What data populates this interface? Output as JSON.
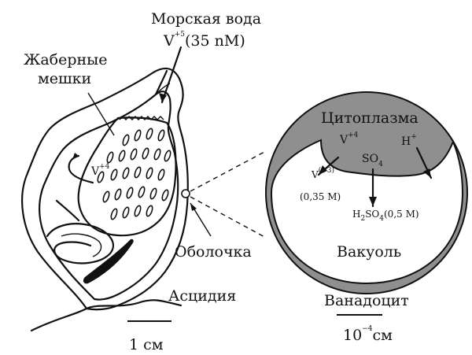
{
  "labels": {
    "seawater": "Морская вода",
    "v5_base": "V",
    "v5_sup": "+5",
    "v5_conc": "(35 nM)",
    "gill_line1": "Жаберные",
    "gill_line2": "мешки",
    "v4_inner_base": "V",
    "v4_inner_sup": "+4",
    "tunic": "Оболочка",
    "ascidian": "Асцидия",
    "scale_left": "1 см",
    "cytoplasm": "Цитоплазма",
    "cell_v4_base": "V",
    "cell_v4_sup": "+4",
    "cell_h_base": "H",
    "cell_h_sup": "+",
    "so4_base": "SO",
    "so4_sub": "4",
    "v3_base": "V",
    "v3_sup": "(+3)",
    "v3_conc": "(0,35 M)",
    "h2so4_h": "H",
    "h2so4_sub1": "2",
    "h2so4_so": "SO",
    "h2so4_sub2": "4",
    "h2so4_conc": "(0,5 M)",
    "vacuole": "Вакуоль",
    "vanadocyte": "Ванадоцит",
    "scale_right_base": "10",
    "scale_right_sup": "−4",
    "scale_right_unit": "см"
  },
  "colors": {
    "cytoplasm_fill": "#8f8f8f",
    "vacuole_fill": "#ffffff",
    "ink": "#111111"
  }
}
